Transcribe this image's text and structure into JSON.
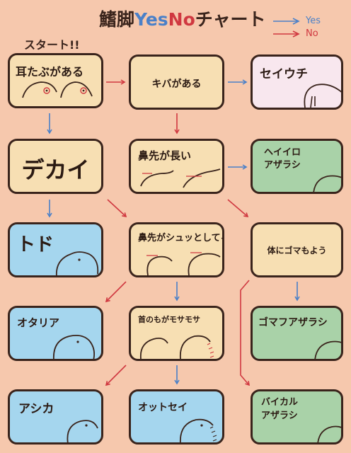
{
  "header": {
    "title_main": "鰭脚",
    "title_yes": "Yes",
    "title_no": "No",
    "title_tail": "チャート"
  },
  "legend": {
    "yes_label": "Yes",
    "no_label": "No"
  },
  "start_label": "スタート!!",
  "nodes": {
    "ear": "耳たぶがある",
    "fang": "キバがある",
    "big": "デカイ",
    "long_nose": "鼻先が長い",
    "sharp_nose": "鼻先がシュッとしてる",
    "pattern": "体にゴマもよう",
    "neck": "首のもがモサモサ",
    "walrus": "セイウチ",
    "hooded": "ヘイイロ\nアザラシ",
    "sea_lion": "トド",
    "seal_spotted": "ゴマフアザラシ",
    "otaria": "オタリア",
    "asika": "アシカ",
    "fur_seal": "オットセイ",
    "baikal": "バイカル\nアザラシ"
  },
  "colors": {
    "background": "#f6c8ad",
    "question_box": "#f7dfb3",
    "walrus_box": "#f8e7ee",
    "seal_box": "#a9d2a8",
    "sealion_box": "#a5d6ee",
    "yes_arrow": "#4a80c8",
    "no_arrow": "#d03840",
    "outline": "#3a241c"
  }
}
